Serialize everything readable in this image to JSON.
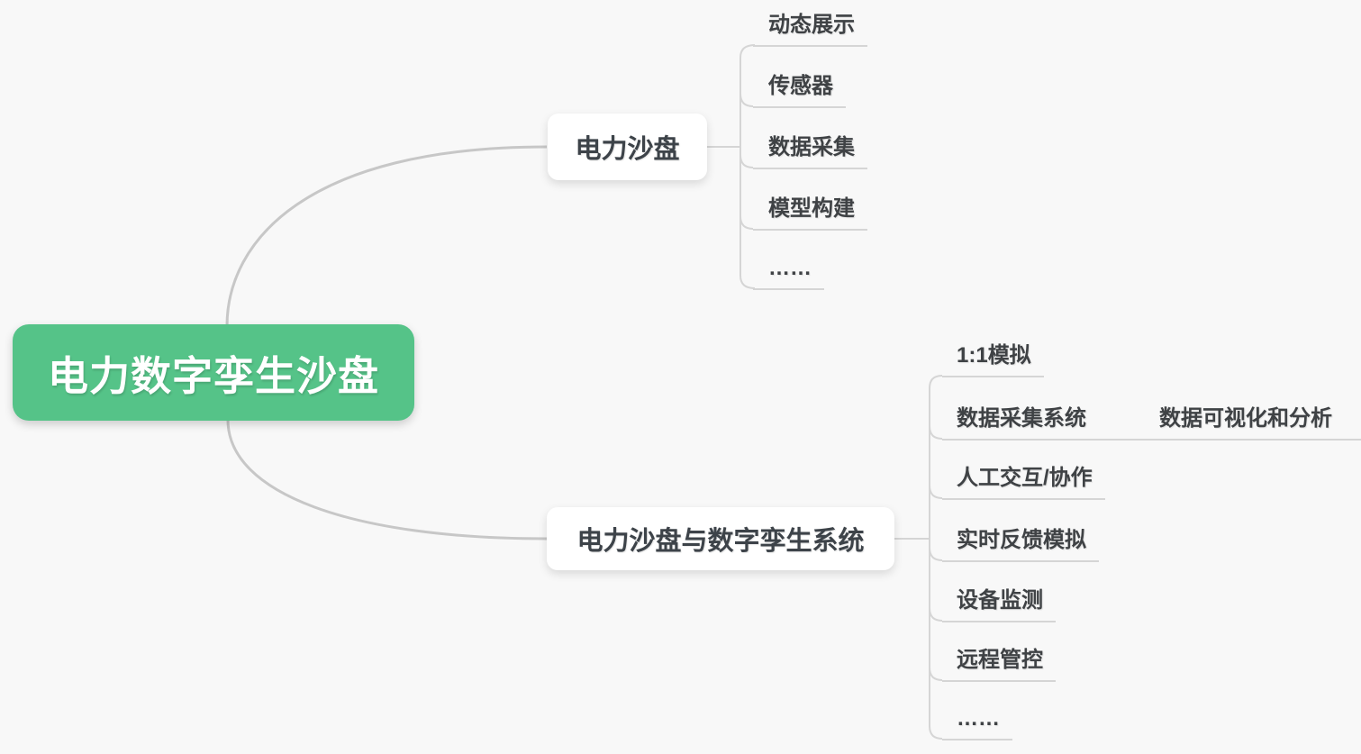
{
  "root": {
    "label": "电力数字孪生沙盘"
  },
  "branches": [
    {
      "label": "电力沙盘",
      "children": [
        {
          "label": "动态展示"
        },
        {
          "label": "传感器"
        },
        {
          "label": "数据采集"
        },
        {
          "label": "模型构建"
        },
        {
          "label": "……"
        }
      ]
    },
    {
      "label": "电力沙盘与数字孪生系统",
      "children": [
        {
          "label": "1:1模拟"
        },
        {
          "label": "数据采集系统",
          "children": [
            {
              "label": "数据可视化和分析"
            }
          ]
        },
        {
          "label": "人工交互/协作"
        },
        {
          "label": "实时反馈模拟"
        },
        {
          "label": "设备监测"
        },
        {
          "label": "远程管控"
        },
        {
          "label": "……"
        }
      ]
    }
  ],
  "colors": {
    "canvas_bg": "#f8f8f8",
    "root_bg": "#55c388",
    "root_text": "#ffffff",
    "topic_bg": "#ffffff",
    "topic_text": "#3d4349",
    "subtopic_text": "#3f4245",
    "curve_line": "#c7c7c7",
    "underline": "#d5d5d5"
  }
}
